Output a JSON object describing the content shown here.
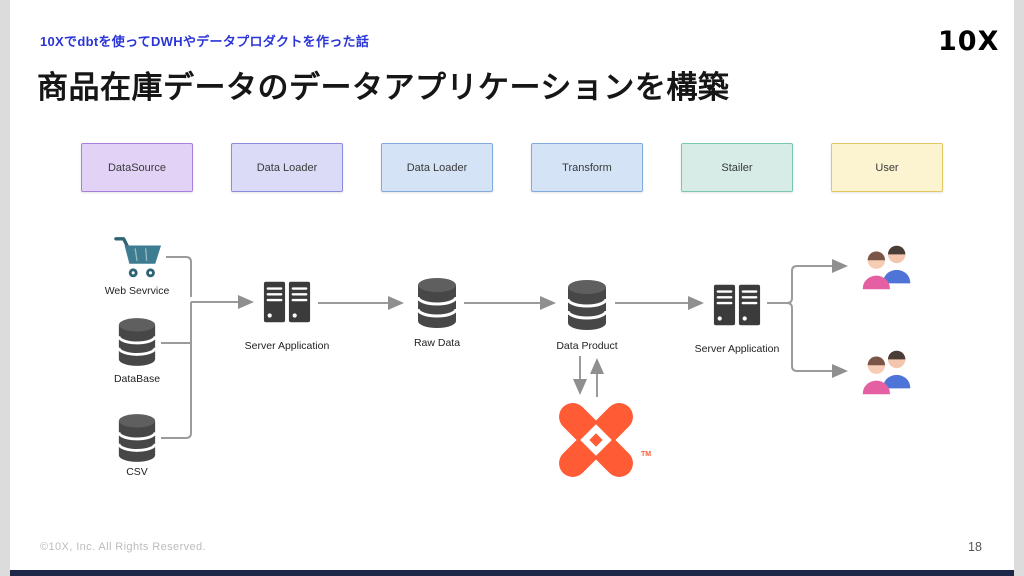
{
  "header": {
    "subtitle": "10Xでdbtを使ってDWHやデータプロダクトを作った話",
    "title": "商品在庫データのデータアプリケーションを構築",
    "logo": "10X"
  },
  "stages": [
    {
      "label": "DataSource",
      "bg": "#e2d2f6",
      "border": "#a77fdd"
    },
    {
      "label": "Data Loader",
      "bg": "#dbdbf8",
      "border": "#8b8be0"
    },
    {
      "label": "Data Loader",
      "bg": "#d4e3f6",
      "border": "#82abdc"
    },
    {
      "label": "Transform",
      "bg": "#d4e3f6",
      "border": "#82abdc"
    },
    {
      "label": "Stailer",
      "bg": "#d7ece6",
      "border": "#79c7b0"
    },
    {
      "label": "User",
      "bg": "#fcf3d0",
      "border": "#e2c763"
    }
  ],
  "diagram": {
    "web_service_label": "Web Sevrvice",
    "database_label": "DataBase",
    "csv_label": "CSV",
    "server_app_1_label": "Server Application",
    "raw_data_label": "Raw Data",
    "data_product_label": "Data Product",
    "server_app_2_label": "Server Application",
    "dbt_trademark": "TM"
  },
  "footer": {
    "copyright": "©10X, Inc. All Rights Reserved.",
    "page_number": "18"
  },
  "colors": {
    "accent_blue": "#2a35d8",
    "dbt_orange": "#ff5c35",
    "arrow_gray": "#9b9b9b",
    "icon_dark_gray": "#474747",
    "cart_teal": "#3e7d91",
    "bottom_bar_navy": "#1d2749"
  }
}
